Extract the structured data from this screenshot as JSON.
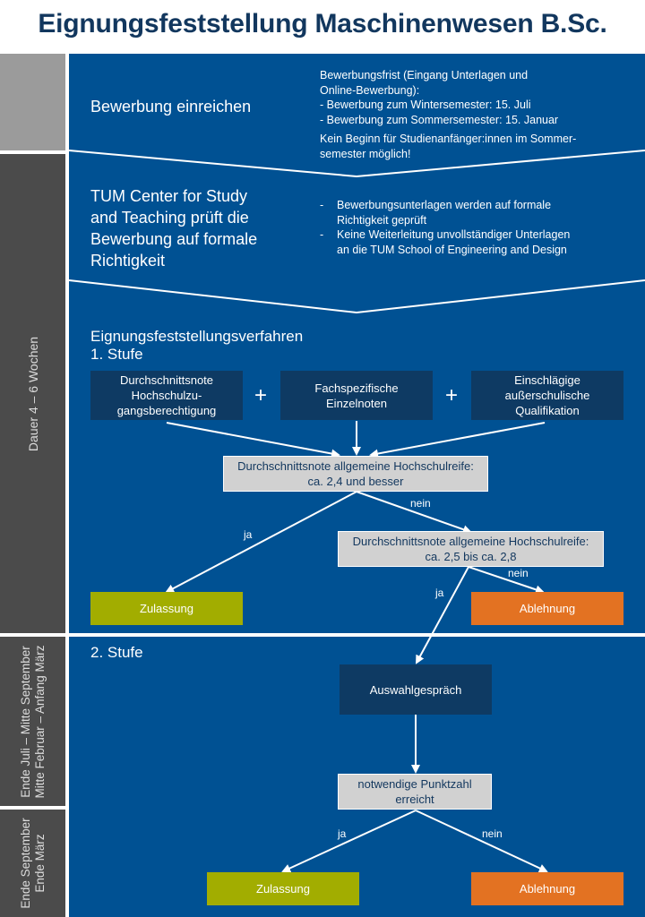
{
  "title": "Eignungsfeststellung Maschinenwesen B.Sc.",
  "sidebar": {
    "duration_label": "Dauer 4 – 6 Wochen",
    "stage2_label_line1": "Ende Juli – Mitte September",
    "stage2_label_line2": "Mitte Februar – Anfang März",
    "result_label_line1": "Ende September",
    "result_label_line2": "Ende März"
  },
  "step1": {
    "heading": "Bewerbung einreichen",
    "info_line1": "Bewerbungsfrist (Eingang Unterlagen und",
    "info_line2": "Online-Bewerbung):",
    "info_line3": "- Bewerbung zum Wintersemester: 15. Juli",
    "info_line4": "- Bewerbung zum Sommersemester: 15. Januar",
    "note_line1": "Kein Beginn für Studienanfänger:innen im Sommer-",
    "note_line2": "semester möglich!"
  },
  "step2": {
    "heading_line1": "TUM Center for Study",
    "heading_line2": "and Teaching prüft die",
    "heading_line3": "Bewerbung auf formale",
    "heading_line4": "Richtigkeit",
    "bullet1_line1": "Bewerbungsunterlagen werden auf formale",
    "bullet1_line2": "Richtigkeit geprüft",
    "bullet2_line1": "Keine Weiterleitung unvollständiger Unterlagen",
    "bullet2_line2": "an die TUM School of Engineering and Design",
    "bullet_marker": "-"
  },
  "stage1": {
    "heading_line1": "Eignungsfeststellungsverfahren",
    "heading_line2": "1. Stufe",
    "criteria": [
      {
        "line1": "Durchschnittsnote",
        "line2": "Hochschulzu-",
        "line3": "gangsberechtigung"
      },
      {
        "line1": "Fachspezifische",
        "line2": "Einzelnoten",
        "line3": ""
      },
      {
        "line1": "Einschlägige",
        "line2": "außerschulische",
        "line3": "Qualifikation"
      }
    ],
    "plus": "+",
    "decision1_line1": "Durchschnittsnote allgemeine Hochschulreife:",
    "decision1_line2": "ca. 2,4 und besser",
    "decision2_line1": "Durchschnittsnote allgemeine Hochschulreife:",
    "decision2_line2": "ca. 2,5 bis ca. 2,8",
    "yes": "ja",
    "no": "nein",
    "accept": "Zulassung",
    "reject": "Ablehnung"
  },
  "stage2": {
    "heading": "2. Stufe",
    "interview": "Auswahlgespräch",
    "decision_line1": "notwendige Punktzahl",
    "decision_line2": "erreicht",
    "yes": "ja",
    "no": "nein",
    "accept": "Zulassung",
    "reject": "Ablehnung"
  },
  "colors": {
    "brand_blue": "#005193",
    "dark_box": "#0e3a63",
    "grey_box": "#d1d1d1",
    "accept_green": "#a2ad00",
    "reject_orange": "#e37222",
    "title_navy": "#12375e"
  }
}
